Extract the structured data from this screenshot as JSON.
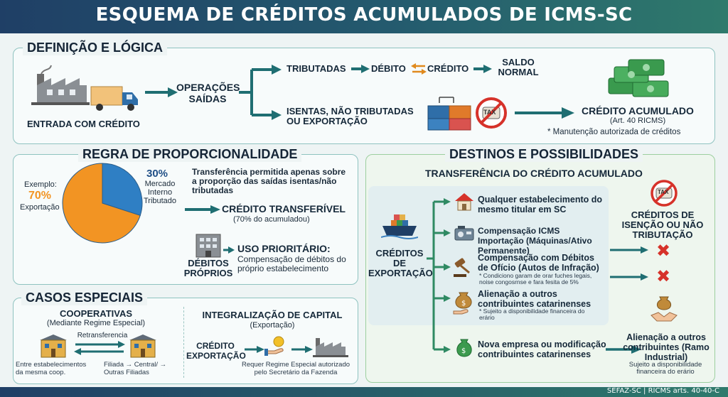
{
  "title": "ESQUEMA DE CRÉDITOS ACUMULADOS DE ICMS-SC",
  "footer": "SEFAZ-SC  |  RICMS arts. 40-40-C",
  "definicao": {
    "title": "DEFINIÇÃO E LÓGICA",
    "entrada": "ENTRADA COM CRÉDITO",
    "operacoes": "OPERAÇÕES SAÍDAS",
    "tributadas": "TRIBUTADAS",
    "debito": "DÉBITO",
    "credito": "CRÉDITO",
    "saldo": "SALDO NORMAL",
    "isentas": "ISENTAS, NÃO TRIBUTADAS OU EXPORTAÇÃO",
    "tax": "TAX",
    "credito_acumulado": "CRÉDITO ACUMULADO",
    "art": "(Art. 40 RICMS)",
    "manutencao": "* Manutenção autorizada de créditos"
  },
  "proporcionalidade": {
    "title": "REGRA DE PROPORCIONALIDADE",
    "exemplo": "Exemplo:",
    "pct_exportacao": "70%",
    "label_exportacao": "Exportação",
    "pct_mercado": "30%",
    "label_mercado": "Mercado Interno Tributado",
    "transferencia": "Transferência permitida apenas sobre a proporção das saídas isentas/não tributadas",
    "credito_transferivel": "CRÉDITO TRANSFERÍVEL",
    "credito_transferivel_sub": "(70% do acumuladou)",
    "debitos_proprios": "DÉBITOS PRÓPRIOS",
    "uso_prioritario": "USO PRIORITÁRIO:",
    "uso_prioritario_sub": "Compensação de débitos do próprio estabelecimento",
    "pie": {
      "exportacao": 70,
      "mercado": 30,
      "color_exportacao": "#f29423",
      "color_mercado": "#2f7fc4"
    }
  },
  "casos": {
    "title": "CASOS ESPECIAIS",
    "cooperativas": "COOPERATIVAS",
    "cooperativas_sub": "(Mediante Regime Especial)",
    "retransferencia": "Retransferencia",
    "entre": "Entre estabelecimentos da mesma coop.",
    "filiada": "Filiada → Central/ → Outras Filiadas",
    "integralizacao": "INTEGRALIZAÇÃO DE CAPITAL",
    "integralizacao_sub": "(Exportação)",
    "credito_exportacao": "CRÉDITO EXPORTAÇÃO",
    "requer": "Requer Regime Especial autorizado pelo Secretário da Fazenda"
  },
  "destinos": {
    "title": "DESTINOS E POSSIBILIDADES",
    "subtitle": "TRANSFERÊNCIA DO CRÉDITO ACUMULADO",
    "creditos_exportacao": "CRÉDITOS DE EXPORTAÇÃO",
    "items": [
      {
        "label": "Qualquer estabelecimento do mesmo titular em SC",
        "note": ""
      },
      {
        "label": "Compensação ICMS Importação (Máquinas/Ativo Permanente)",
        "note": ""
      },
      {
        "label": "Compensação com Débitos de Ofício (Autos de Infração)",
        "note": "* Condiciono garam de orar fuches legais, noise congosrnse e fara fesita de 5%"
      },
      {
        "label": "Alienação a outros contribuintes catarinenses",
        "note": "* Sujeito a disponibilidade financeira do erário"
      },
      {
        "label": "Nova empresa ou modificação contribuintes catarinenses",
        "note": ""
      }
    ],
    "creditos_isencao": "CRÉDITOS DE ISENÇÃO OU NÃO TRIBUTAÇÃO",
    "alienacao": "Alienação a outros contribuintes (Ramo Industrial)",
    "alienacao_note": "Sujeito a disponibilidade financeira do erário",
    "tax": "TAX"
  },
  "colors": {
    "teal": "#1f7a7a",
    "arrow": "#1f6e72",
    "red": "#d6322a",
    "orange": "#f29423",
    "blue": "#2f7fc4"
  }
}
